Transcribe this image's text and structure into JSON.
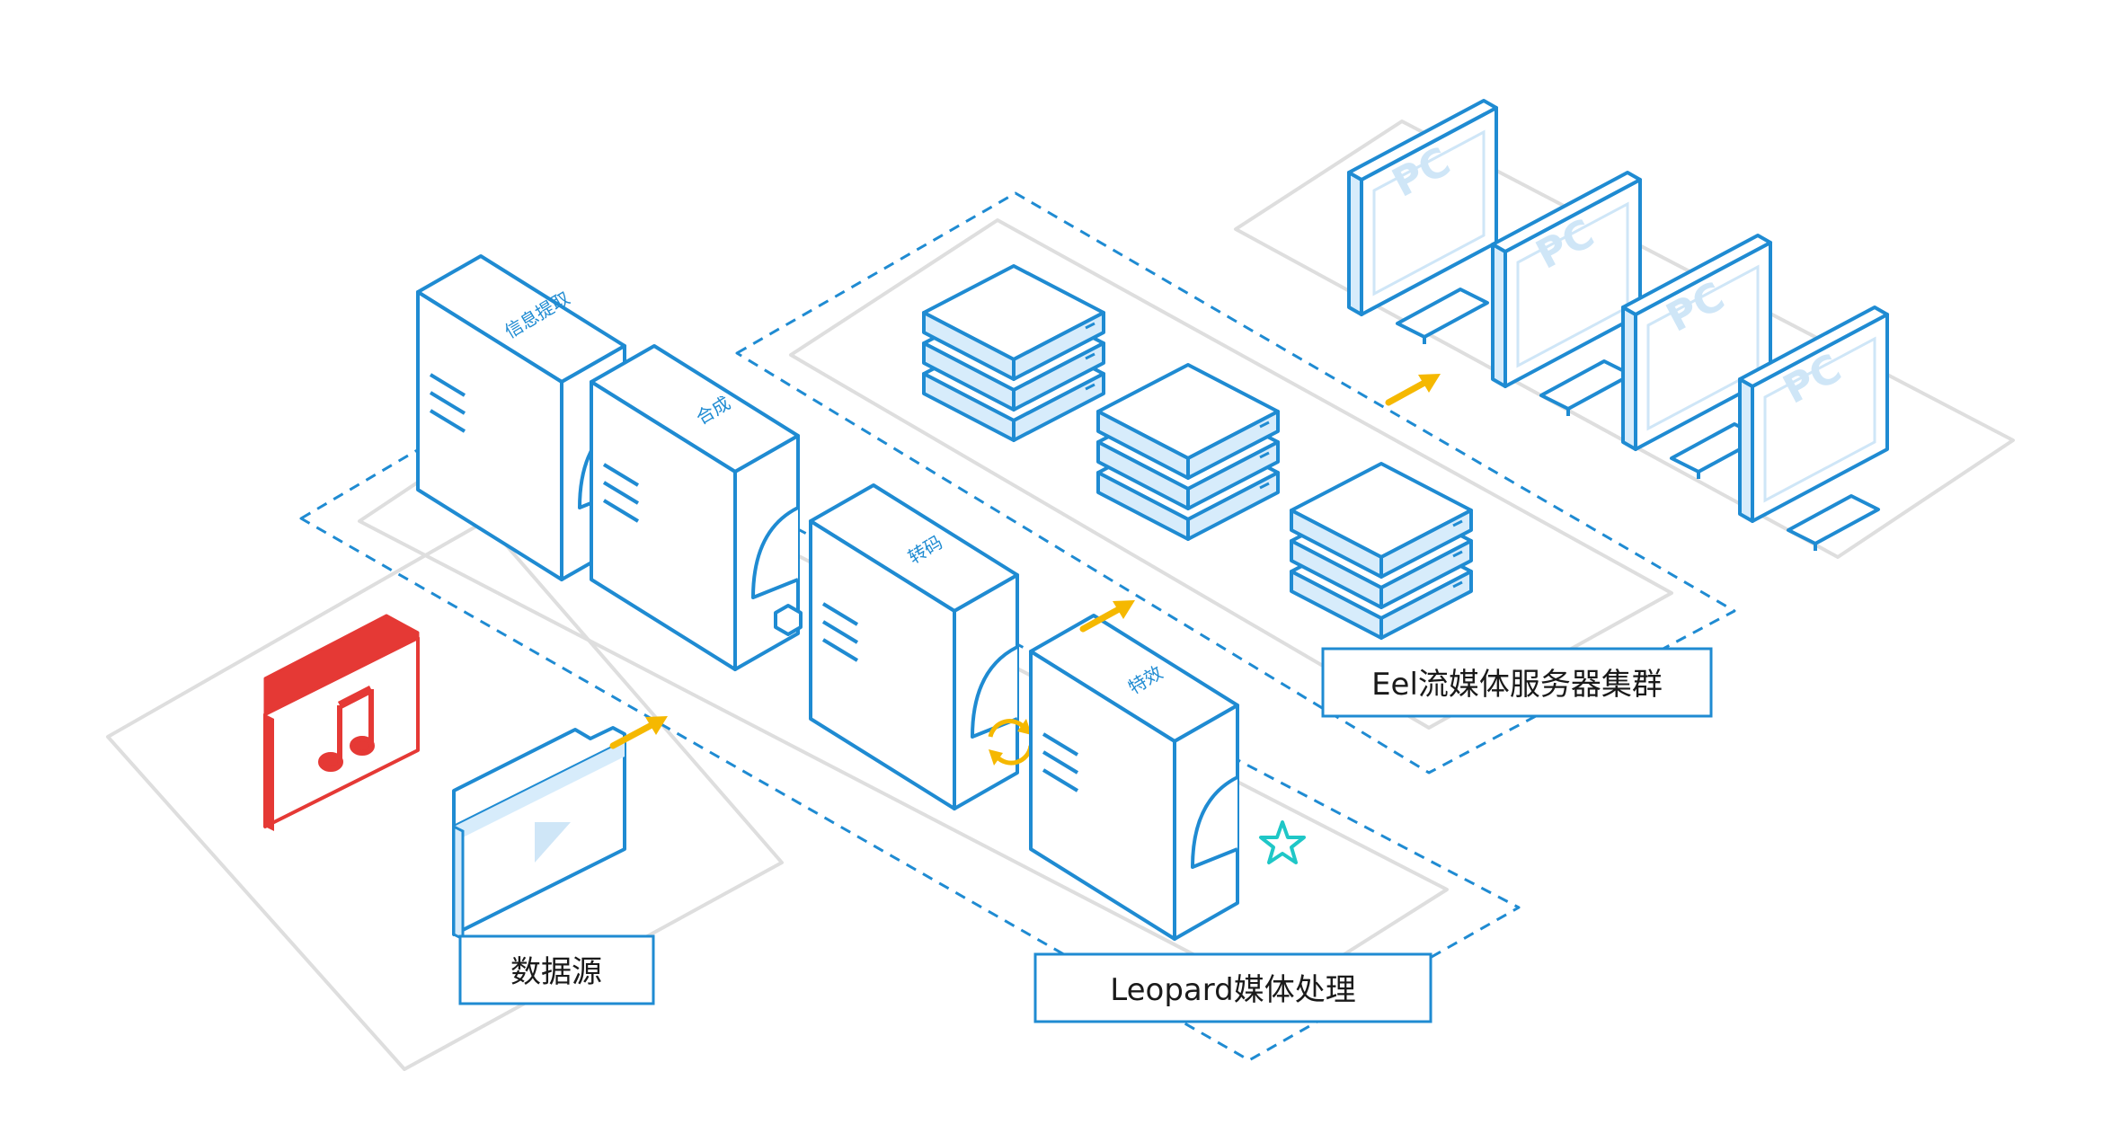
{
  "labels": {
    "data_source": "数据源",
    "media_processing": "Leopard媒体处理",
    "stream_cluster": "Eel流媒体服务器集群"
  },
  "servers": {
    "extract": "信息提取",
    "compose": "合成",
    "transcode": "转码",
    "effects": "特效"
  },
  "pcs": [
    "PC",
    "PC",
    "PC",
    "PC"
  ],
  "icons": {
    "audio_folder": "music-folder-icon",
    "video_folder": "video-folder-icon",
    "extract_badge": "link-ring-icon",
    "compose_badge": "hexagon-icon",
    "transcode_badge": "refresh-icon",
    "effects_badge": "star-icon",
    "arrow": "arrow-up-right-icon"
  },
  "colors": {
    "primary": "#1f8bd2",
    "face_light": "#d7ecfb",
    "folder_red": "#e53935",
    "arrow_yellow": "#f5b800",
    "badge_green": "#2cb34a",
    "badge_blue": "#1f8bd2",
    "badge_teal": "#1fc7c7"
  }
}
